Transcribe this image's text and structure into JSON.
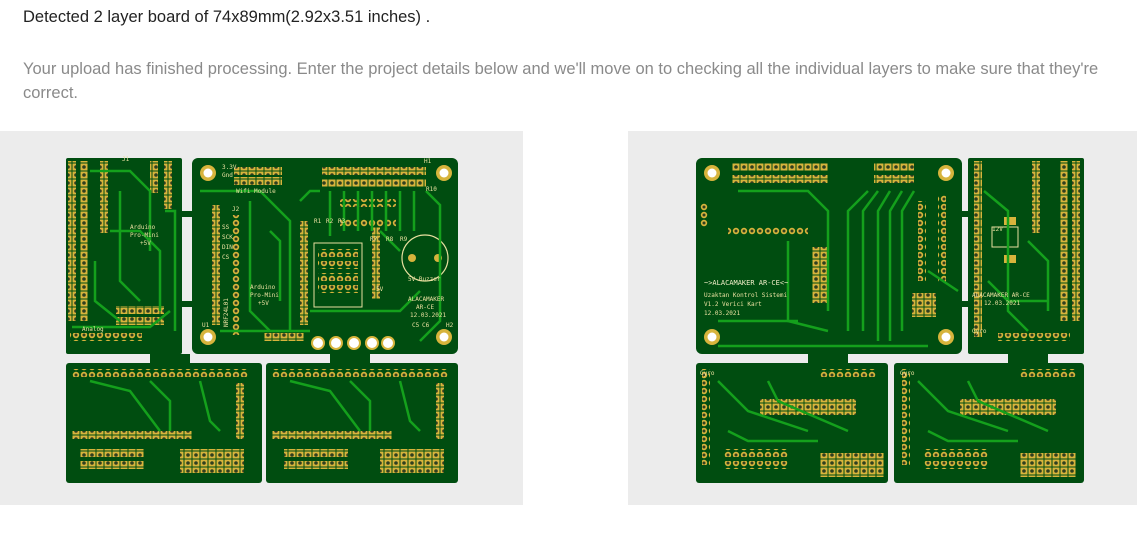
{
  "header": {
    "detected_text": "Detected 2 layer board of 74x89mm(2.92x3.51 inches) .",
    "instructions": "Your upload has finished processing. Enter the project details below and we'll move on to checking all the individual layers to make sure that they're correct."
  },
  "previews": {
    "top": {
      "silkscreen": {
        "label_arduino_1": "Arduino",
        "label_pro_mini_1": "Pro-Mini",
        "label_5v_1": "+5V",
        "label_arduino_2": "Arduino",
        "label_pro_mini_2": "Pro-Mini",
        "label_5v_2": "+5V",
        "label_brand": "ALACAMAKER",
        "label_model": "AR-CE",
        "label_date": "12.03.2021",
        "label_analog": "Analog",
        "label_gnd": "Gnd",
        "label_33v": "3.3V",
        "label_wifi": "Wifi Module",
        "label_sck": "SCK",
        "label_din": "DIN",
        "label_cs": "CS",
        "label_ss": "SS",
        "label_nrf": "NRF24L01",
        "label_buzzer": "5V Buzzer",
        "label_5v": "5V",
        "label_r10": "R10",
        "label_r7": "R7",
        "label_r8": "R8",
        "label_r9": "R9",
        "label_c5": "C5",
        "label_c6": "C6",
        "label_j1": "J1",
        "label_j2": "J2",
        "label_h1": "H1",
        "label_h2": "H2",
        "label_u1": "U1",
        "label_r1": "R1",
        "label_r2": "R2",
        "label_r3": "R3"
      }
    },
    "bottom": {
      "silkscreen": {
        "label_brand": "~>ALACAMAKER AR-CE<~",
        "label_line1": "Uzaktan Kontrol Sistemi",
        "label_line2": "V1.2 Verici Kart",
        "label_date": "12.03.2021",
        "label_brand_small": "ALACAMAKER AR-CE",
        "label_date_small": "12.03.2021",
        "label_12v": "12V",
        "label_gyro": "Gyro",
        "label_gyro_2": "Gyro",
        "label_gyro_3": "Gyro"
      }
    }
  },
  "colors": {
    "board_green": "#004d10",
    "trace_green": "#14a01c",
    "pad_gold": "#d7b43c",
    "drill_dark": "#2f3f1f",
    "silk": "#e9e0a0"
  }
}
